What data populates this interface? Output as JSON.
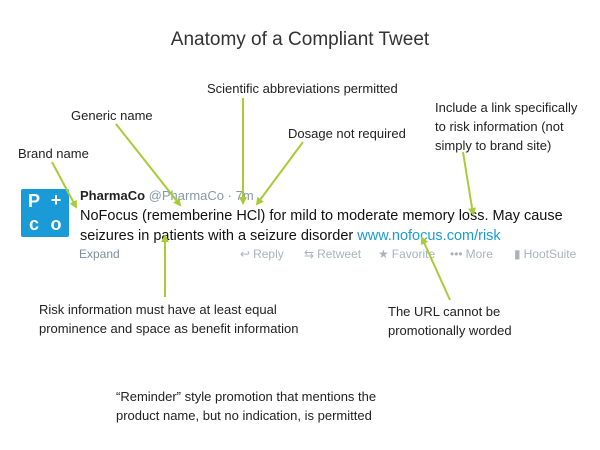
{
  "title": "Anatomy of a Compliant Tweet",
  "annotations": {
    "brand_name": "Brand name",
    "generic_name": "Generic name",
    "scientific": "Scientific abbreviations permitted",
    "dosage": "Dosage not required",
    "risk_link": [
      "Include a link specifically",
      "to risk information (not",
      "simply to brand site)"
    ],
    "risk_info": [
      "Risk information must have at least equal",
      "prominence and space as benefit information"
    ],
    "url": [
      "The URL cannot be",
      "promotionally worded"
    ],
    "reminder": [
      "“Reminder” style promotion that mentions the",
      "product name, but no indication, is permitted"
    ]
  },
  "tweet": {
    "logo_letters": [
      "P",
      "+",
      "c",
      "o"
    ],
    "author": "PharmaCo",
    "handle": "@PharmaCo",
    "separator": "·",
    "time": "7m",
    "text_line1": "NoFocus (rememberine HCl) for mild to moderate memory loss. May cause",
    "text_line2": "seizures in patients with a seizure disorder ",
    "link": "www.nofocus.com/risk",
    "expand": "Expand",
    "actions": {
      "reply": "Reply",
      "retweet": "Retweet",
      "favorite": "Favorite",
      "more": "More",
      "hootsuite": "HootSuite"
    }
  },
  "colors": {
    "arrow": "#a8cc36",
    "brand_blue": "#1a9bd8",
    "muted": "#a8b4bd"
  },
  "icons": [
    "reply-icon",
    "retweet-icon",
    "star-icon",
    "ellipsis-icon",
    "hootsuite-icon"
  ]
}
